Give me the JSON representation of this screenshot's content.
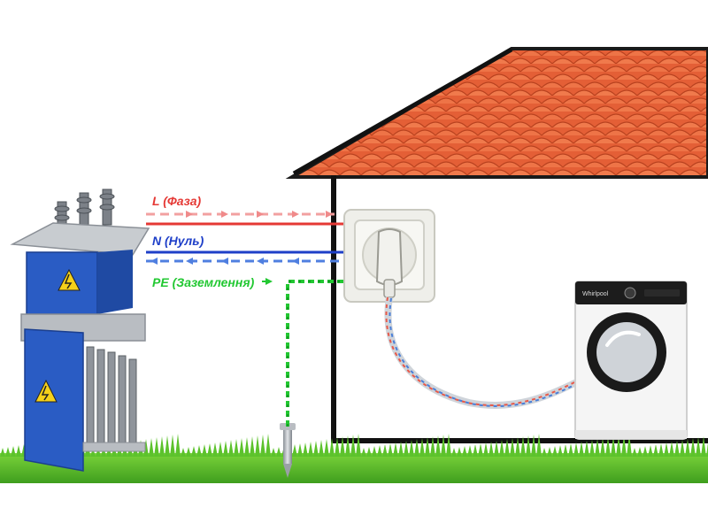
{
  "labels": {
    "phase": "L (Фаза)",
    "neutral": "N (Нуль)",
    "ground": "PE (Заземлення)"
  },
  "washer": {
    "brand": "Whirlpool"
  },
  "colors": {
    "phase": "#e53935",
    "neutral": "#1e3fc8",
    "ground": "#22c832",
    "roof": "#e8603a",
    "transformer": "#2a5cc4",
    "grass": "#4cbb2a"
  }
}
